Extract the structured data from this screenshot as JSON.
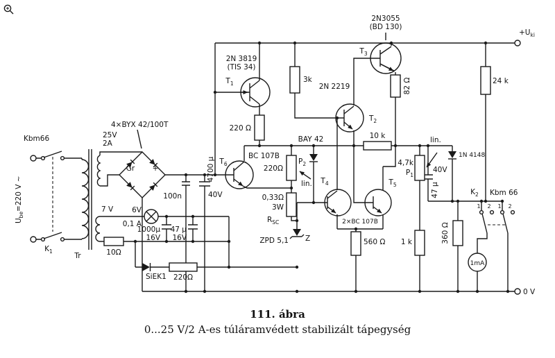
{
  "figure": {
    "number": "111. ábra",
    "title": "0...25 V/2 A-es túláramvédett stabilizált tápegység"
  },
  "terminals": {
    "output_positive": {
      "main": "+U",
      "sub": "ki"
    },
    "output_negative": "0 V",
    "input": {
      "main": "U",
      "sub": "be",
      "value": "=220 V ~"
    }
  },
  "switches": {
    "k1": {
      "ref": "K",
      "sub": "1",
      "type": "Kbm66"
    },
    "k2": {
      "ref": "K",
      "sub": "2",
      "type": "Kbm 66",
      "contacts": [
        "1",
        "2",
        "1",
        "2"
      ]
    }
  },
  "transformer": {
    "ref": "Tr",
    "secondary1_voltage": "25V",
    "secondary1_current": "2A",
    "secondary2_voltage": "7 V"
  },
  "rectifier": {
    "ref": "Gr",
    "plus": "+",
    "part": "4×BYX 42/100T"
  },
  "transistors": {
    "t1": {
      "ref": "T",
      "sub": "1",
      "part": "2N 3819",
      "part2": "(TIS 34)"
    },
    "t2": {
      "ref": "T",
      "sub": "2",
      "part": "2N 2219"
    },
    "t3": {
      "ref": "T",
      "sub": "3",
      "part": "2N3055",
      "part2": "(BD 130)"
    },
    "t4": {
      "ref": "T",
      "sub": "4"
    },
    "t5": {
      "ref": "T",
      "sub": "5"
    },
    "t45_part": "2×BC 107B",
    "t6": {
      "ref": "T",
      "sub": "6",
      "part": "BC 107B"
    }
  },
  "resistors": {
    "r_3k": "3k",
    "r_82": "82 Ω",
    "r_24k": "24 k",
    "r_220_t1": "220 Ω",
    "r_10k": "10 k",
    "r_560": "560 Ω",
    "r_1k": "1 k",
    "r_360": "360 Ω",
    "r_10": "10Ω",
    "r_220_aux": "220Ω",
    "rsc": {
      "value": "0,33Ω",
      "power": "3W",
      "ref": "R",
      "sub": "SC"
    }
  },
  "potentiometers": {
    "p1": {
      "value": "4,7k",
      "ref": "P",
      "sub": "1",
      "taper": "lin."
    },
    "p2": {
      "value": "220Ω",
      "ref": "P",
      "sub": "2",
      "taper": "lin."
    }
  },
  "capacitors": {
    "c_4700u": {
      "value": "4700 μ",
      "voltage": "40V"
    },
    "c_100n": {
      "value": "100n"
    },
    "c_47u_40": {
      "value": "47 μ",
      "voltage": "40V"
    },
    "c_1000u": {
      "value": "1000μ",
      "voltage": "16V"
    },
    "c_47u_16": {
      "value": "47 μ",
      "voltage": "16V"
    }
  },
  "diodes": {
    "bay42": "BAY 42",
    "d_1n4148": "1N 4148",
    "siek1": "SiEK1",
    "zener": {
      "part": "ZPD 5,1",
      "ref": "Z"
    }
  },
  "lamp": {
    "voltage": "6V",
    "current": "0,1 A"
  },
  "meter": {
    "range": "1mA"
  }
}
